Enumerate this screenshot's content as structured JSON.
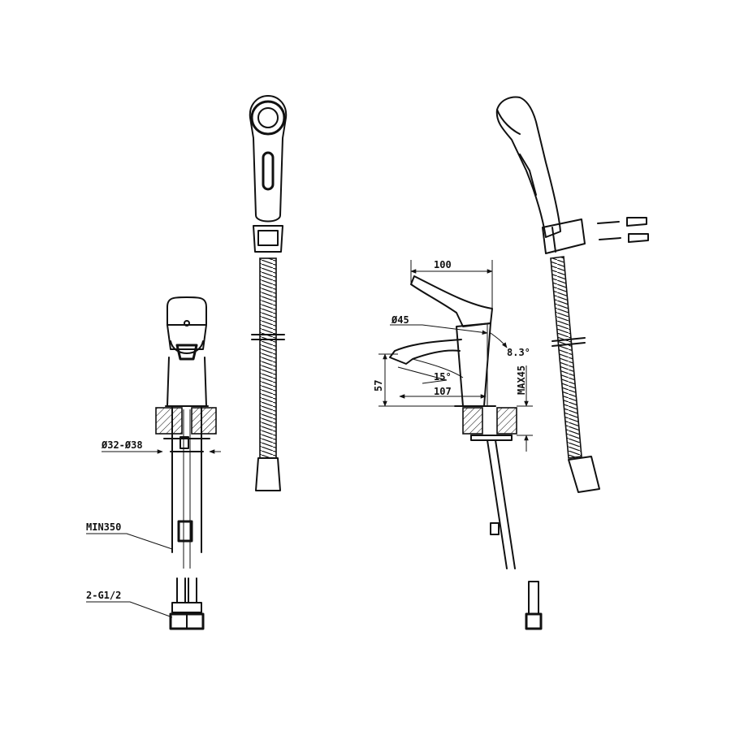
{
  "dimensions": {
    "diameter_mount": "Ø32-Ø38",
    "min_hose": "MIN350",
    "connection": "2-G1/2",
    "width_top": "100",
    "diameter_body": "Ø45",
    "angle_right": "8.3°",
    "angle_spout": "15°",
    "reach": "107",
    "height_spout": "57",
    "max_thickness": "MAX45"
  },
  "colors": {
    "line": "#111111",
    "background": "#ffffff"
  }
}
